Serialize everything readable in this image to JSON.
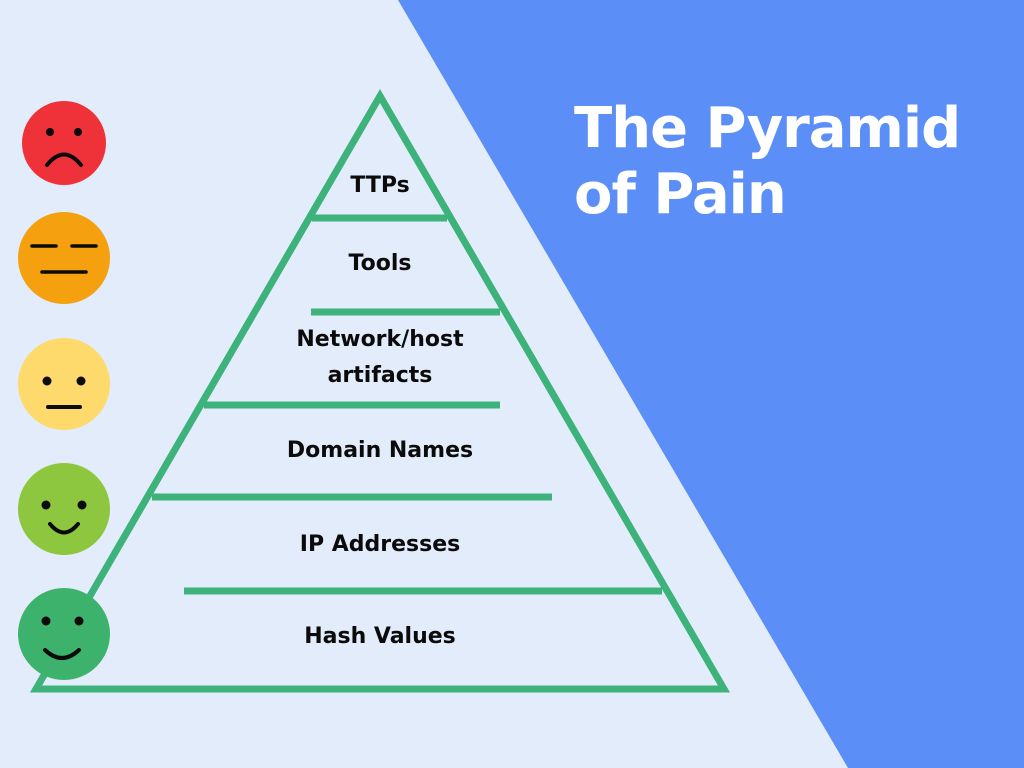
{
  "title": {
    "line1": "The Pyramid",
    "line2": "of Pain"
  },
  "colors": {
    "background": "#e3ecfb",
    "accent_blue": "#5b8ef6",
    "pyramid_green": "#3db27a",
    "text": "#0b0b0b"
  },
  "pyramid": {
    "layers": [
      {
        "lines": [
          "TTPs"
        ]
      },
      {
        "lines": [
          "Tools"
        ]
      },
      {
        "lines": [
          "Network/host",
          "artifacts"
        ]
      },
      {
        "lines": [
          "Domain Names"
        ]
      },
      {
        "lines": [
          "IP Addresses"
        ]
      },
      {
        "lines": [
          "Hash Values"
        ]
      }
    ]
  },
  "faces": [
    {
      "icon": "sad-face-icon",
      "color": "#ef3239"
    },
    {
      "icon": "annoyed-face-icon",
      "color": "#f5a00f"
    },
    {
      "icon": "neutral-face-icon",
      "color": "#fed96c"
    },
    {
      "icon": "smiling-face-icon",
      "color": "#8dc63f"
    },
    {
      "icon": "happy-face-icon",
      "color": "#3db26c"
    }
  ]
}
